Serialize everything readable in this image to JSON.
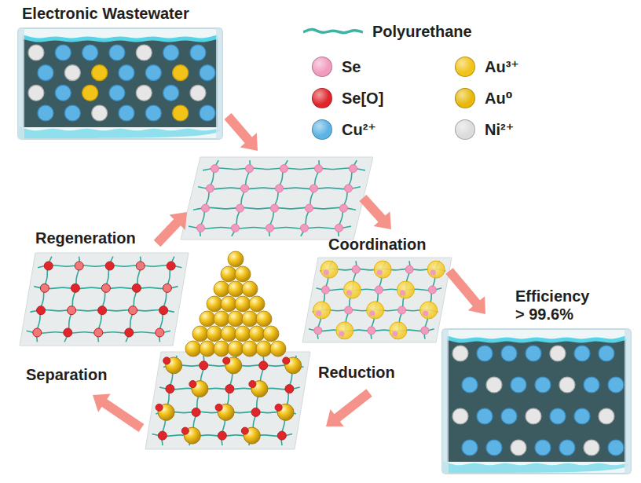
{
  "diagram": {
    "nodes": [
      {
        "text": [
          "Electronic Wastewater"
        ]
      },
      {
        "text": [
          "Efficiency > 99.6%"
        ]
      }
    ],
    "labels": [
      "Regeneration",
      "Coordination",
      "Separation",
      "Reduction"
    ],
    "legend": [
      {
        "text": "Polyurethane"
      },
      {
        "text": "Se",
        "color": "#f29bbf"
      },
      {
        "text": "Au³⁺",
        "color": "#f2c318"
      },
      {
        "text": "Se[O]",
        "color": "#e0262b"
      },
      {
        "text": "Au⁰",
        "color": "#e8b90c"
      },
      {
        "text": "Cu²⁺",
        "color": "#5db3e4"
      },
      {
        "text": "Ni²⁺",
        "color": "#dcdcdc"
      }
    ]
  }
}
